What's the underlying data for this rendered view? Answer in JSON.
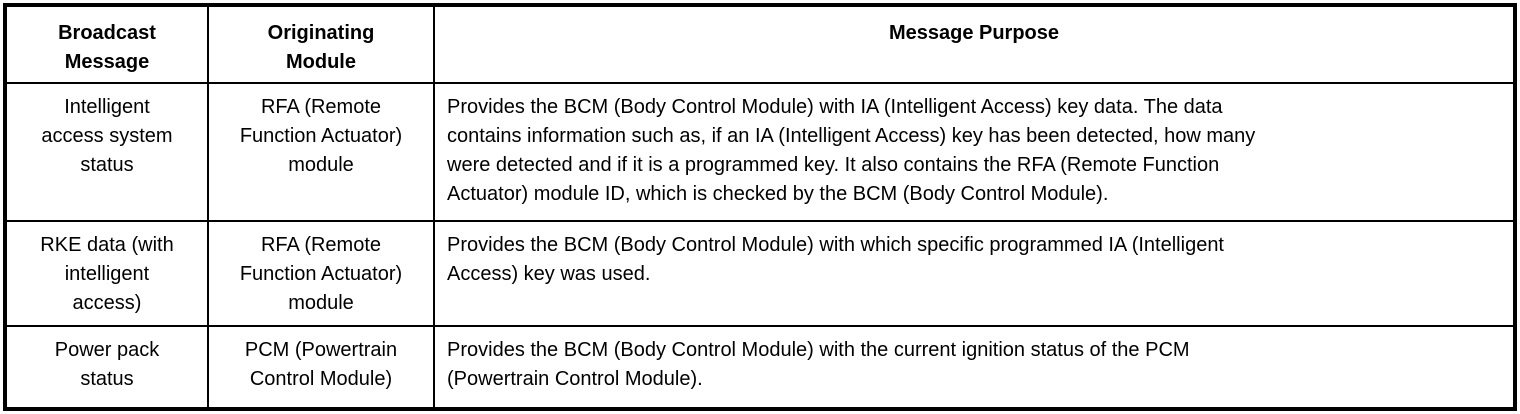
{
  "document": {
    "type": "service-manual-broadcast-message-table",
    "colors": {
      "text": "#000000",
      "border": "#000000",
      "background": "#ffffff"
    },
    "table": {
      "columns": [
        {
          "id": "broadcast_message",
          "label": "Broadcast\nMessage"
        },
        {
          "id": "originating_module",
          "label": "Originating\nModule"
        },
        {
          "id": "message_purpose",
          "label": "Message Purpose"
        }
      ],
      "rows": [
        {
          "broadcast_message": "Intelligent\naccess system\nstatus",
          "originating_module": "RFA (Remote\nFunction Actuator)\nmodule",
          "message_purpose": "Provides the BCM (Body Control Module) with IA (Intelligent Access) key data. The data\ncontains information such as, if an IA (Intelligent Access) key has been detected, how many\nwere detected and if it is a programmed key. It also contains the RFA (Remote Function\nActuator) module ID, which is checked by the BCM (Body Control Module)."
        },
        {
          "broadcast_message": "RKE data (with\nintelligent\naccess)",
          "originating_module": "RFA (Remote\nFunction Actuator)\nmodule",
          "message_purpose": "Provides the BCM (Body Control Module) with which specific programmed IA (Intelligent\nAccess) key was used."
        },
        {
          "broadcast_message": "Power pack\nstatus",
          "originating_module": "PCM (Powertrain\nControl Module)",
          "message_purpose": "Provides the BCM (Body Control Module) with the current ignition status of the PCM\n(Powertrain Control Module)."
        }
      ]
    }
  }
}
